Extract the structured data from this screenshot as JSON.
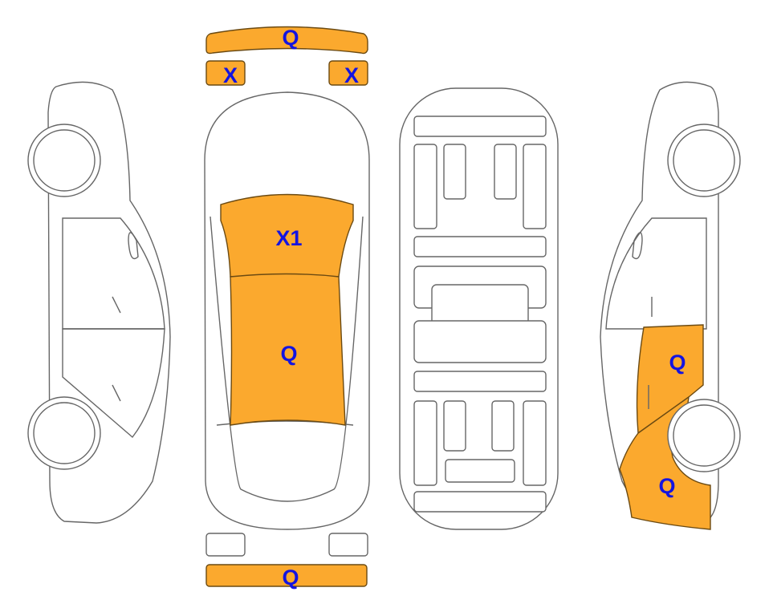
{
  "diagram": {
    "colors": {
      "damaged": "#FBA92E",
      "label": "#1414E0",
      "outline": "#666666"
    },
    "parts": {
      "front_bumper": "Q",
      "headlight_left": "X",
      "headlight_right": "X",
      "windshield": "X1",
      "roof": "Q",
      "rear_bumper": "Q",
      "right_rear_door": "Q",
      "right_rear_quarter": "Q"
    }
  }
}
